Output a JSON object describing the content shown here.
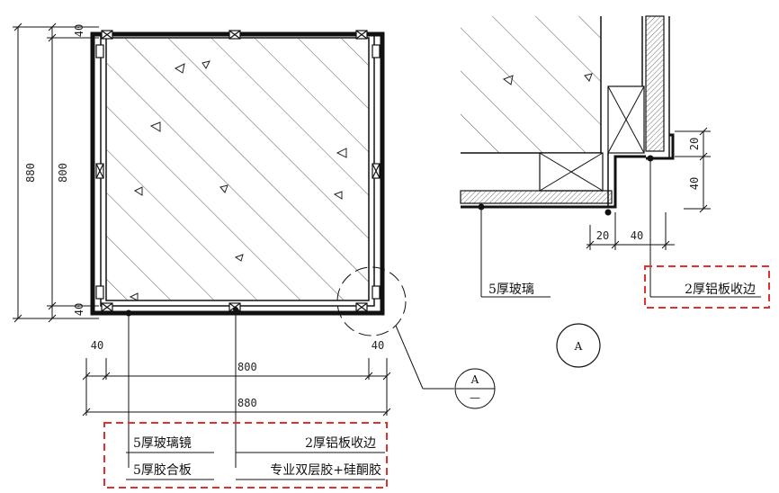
{
  "dimensions": {
    "left_top_40": "40",
    "left_800": "800",
    "left_880": "880",
    "left_bottom_40": "40",
    "bottom_left_40": "40",
    "bottom_right_40": "40",
    "bottom_800": "800",
    "bottom_880": "880",
    "detail_20_v": "20",
    "detail_40_v": "40",
    "detail_20_h": "20",
    "detail_40_h": "40"
  },
  "labels": {
    "glass_mirror": "5厚玻璃镜",
    "aluminum_trim": "2厚铝板收边",
    "plywood": "5厚胶合板",
    "adhesive": "专业双层胶+硅酮胶",
    "detail_glass": "5厚玻璃",
    "detail_aluminum": "2厚铝板收边"
  },
  "callouts": {
    "detail_ref_letter": "A",
    "detail_ref_sheet": "—",
    "detail_title": "A"
  },
  "colors": {
    "line": "#111111",
    "highlight_box": "#e03030"
  }
}
